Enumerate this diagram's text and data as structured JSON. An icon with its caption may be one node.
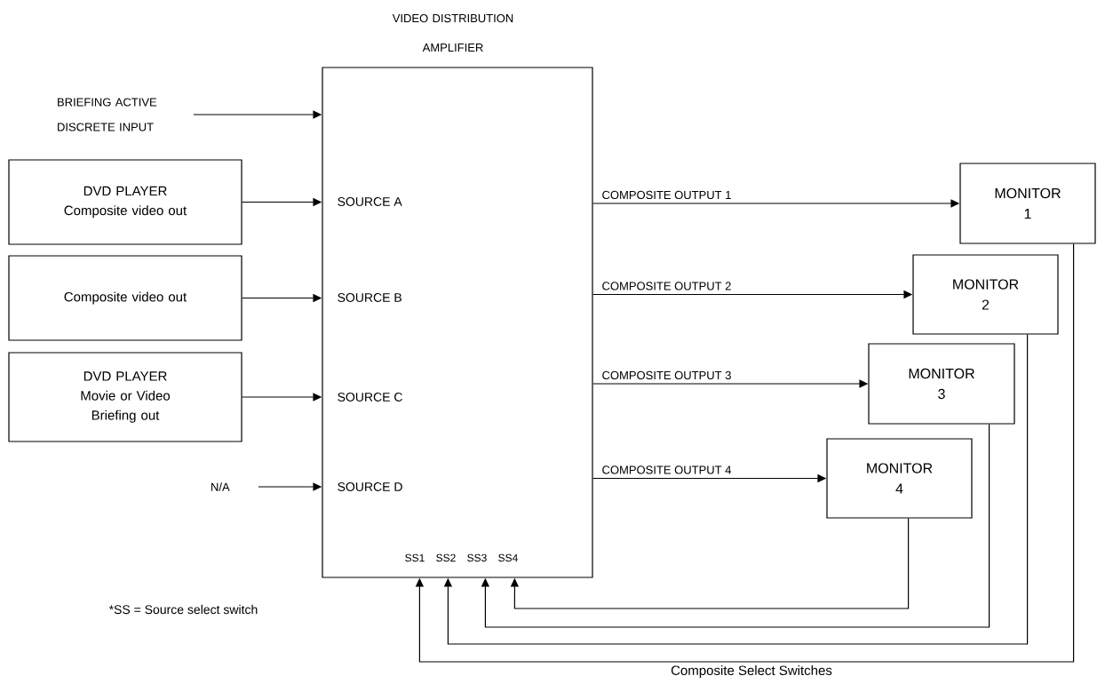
{
  "diagram": {
    "nodes": [
      {
        "text": [
          "VIDEO DISTRIBUTION AMPLIFIER"
        ]
      },
      {
        "text": [
          "BRIEFING ACTIVE DISCRETE INPUT"
        ]
      },
      {
        "text": [
          "DVD PLAYER",
          "Composite video out"
        ]
      },
      {
        "text": [
          "Composite video out"
        ]
      },
      {
        "text": [
          "DVD PLAYER",
          "Movie or Video Briefing out"
        ]
      },
      {
        "text": [
          "N/A"
        ]
      },
      {
        "text": [
          "MONITOR 1"
        ]
      },
      {
        "text": [
          "MONITOR 2"
        ]
      },
      {
        "text": [
          "MONITOR 3"
        ]
      },
      {
        "text": [
          "MONITOR 4"
        ]
      }
    ],
    "edges": [
      {
        "from": 1,
        "to": 0,
        "arrow": "to"
      },
      {
        "from": 2,
        "to": 0,
        "arrow": "to"
      },
      {
        "from": 3,
        "to": 0,
        "arrow": "to"
      },
      {
        "from": 4,
        "to": 0,
        "arrow": "to"
      },
      {
        "from": 5,
        "to": 0,
        "arrow": "to"
      },
      {
        "from": 0,
        "to": 6,
        "arrow": "to",
        "label": "COMPOSITE OUTPUT 1"
      },
      {
        "from": 0,
        "to": 7,
        "arrow": "to",
        "label": "COMPOSITE OUTPUT 2"
      },
      {
        "from": 0,
        "to": 8,
        "arrow": "to",
        "label": "COMPOSITE OUTPUT 3"
      },
      {
        "from": 0,
        "to": 9,
        "arrow": "to",
        "label": "COMPOSITE OUTPUT 4"
      },
      {
        "from": 6,
        "to": 0,
        "arrow": "to"
      },
      {
        "from": 7,
        "to": 0,
        "arrow": "to"
      },
      {
        "from": 8,
        "to": 0,
        "arrow": "to"
      },
      {
        "from": 9,
        "to": 0,
        "arrow": "to"
      }
    ],
    "labels": [
      "SOURCE A",
      "SOURCE B",
      "SOURCE C",
      "SOURCE D",
      "SS1",
      "SS2",
      "SS3",
      "SS4",
      "*SS = Source select switch",
      "Composite Select Switches"
    ]
  }
}
